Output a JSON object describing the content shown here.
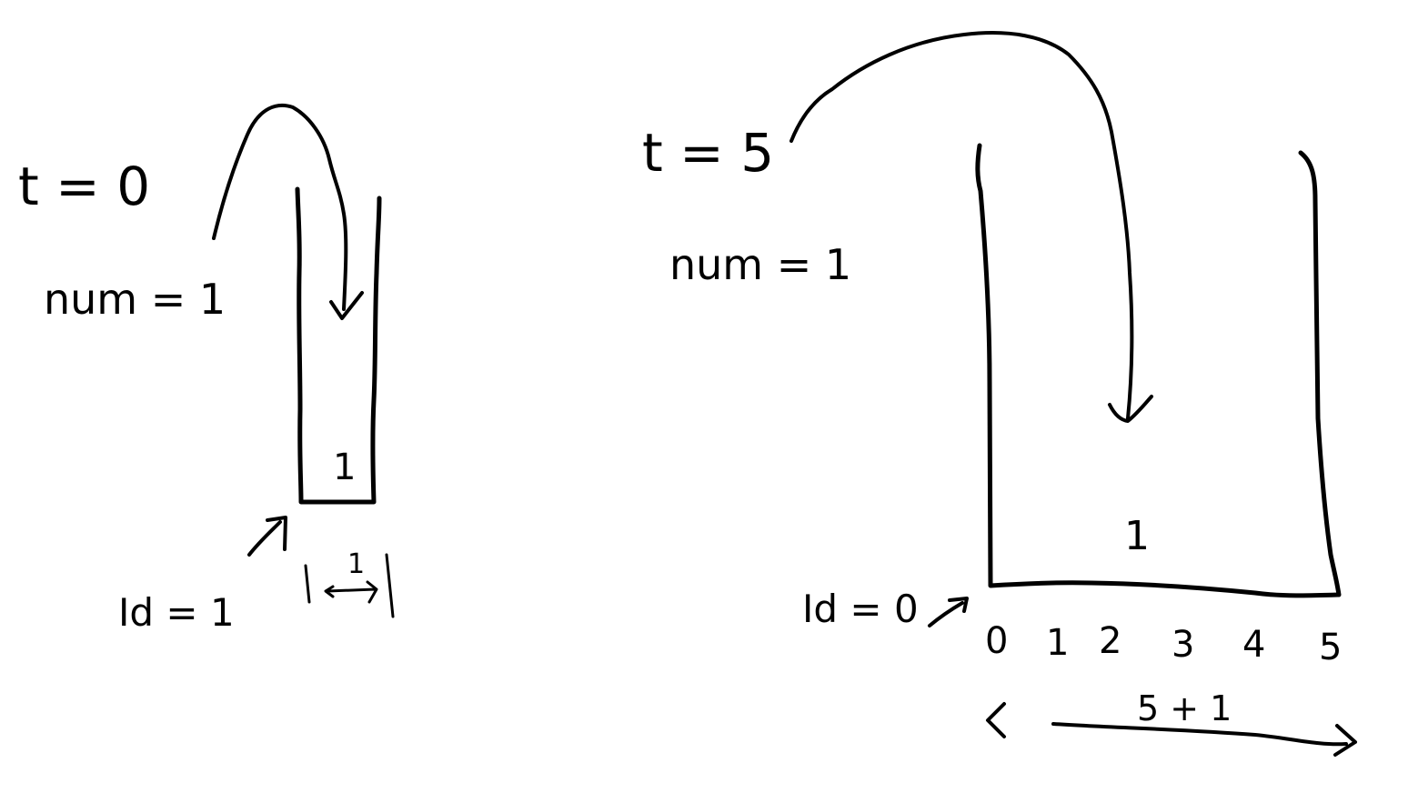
{
  "colors": {
    "ink": "#000000",
    "highlight": "#d42020",
    "background": "#ffffff"
  },
  "left_panel": {
    "time_label": "t = 0",
    "num_label": "num = 1",
    "buffer_value": "1",
    "id_label": "Id = 1",
    "width_label": "1"
  },
  "right_panel": {
    "time_label": "t = 5",
    "num_label": "num = 1",
    "buffer_value": "1",
    "id_label": "Id = 0",
    "indices": [
      "0",
      "1",
      "2",
      "3",
      "4",
      "5"
    ],
    "width_label": "5 + 1"
  }
}
